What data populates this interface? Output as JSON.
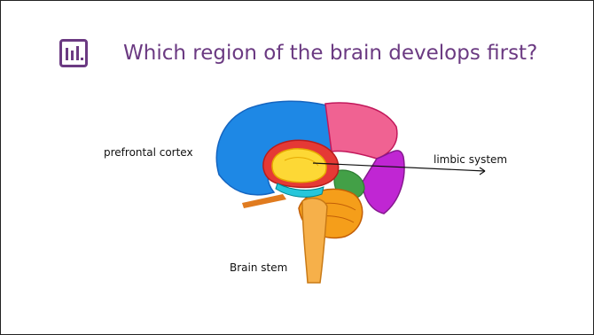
{
  "slide": {
    "title": "Which region of the brain develops first?",
    "icon": "poll-bar-chart-icon",
    "accent_color": "#6b3a82"
  },
  "diagram": {
    "labels": {
      "prefrontal": "prefrontal cortex",
      "limbic": "limbic system",
      "brainstem": "Brain stem"
    }
  }
}
